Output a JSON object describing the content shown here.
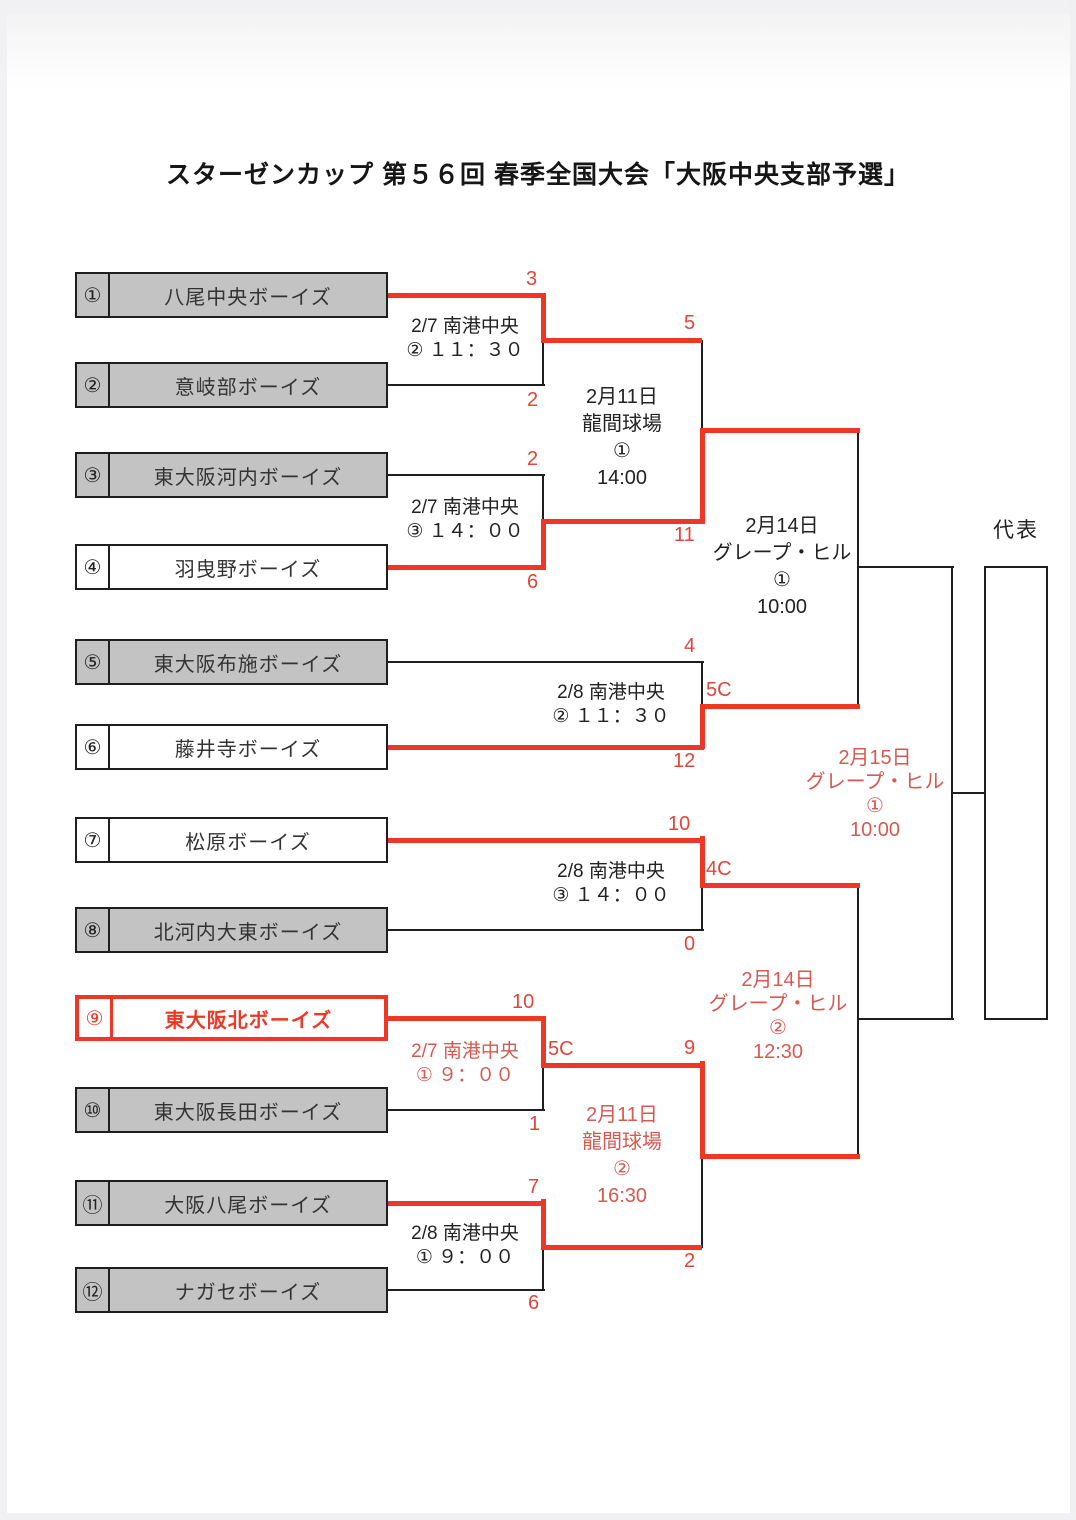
{
  "page": {
    "title": "スターゼンカップ 第５６回 春季全国大会「大阪中央支部予選」",
    "representative_label": "代表"
  },
  "colors": {
    "line_red": "#ee3726",
    "label_red": "#d65a52",
    "score_red": "#e0463a",
    "eliminated_gray": "#c3c3c4",
    "line_black": "#1f1f1f"
  },
  "teams": [
    {
      "number": "①",
      "name": "八尾中央ボーイズ",
      "status": "eliminated"
    },
    {
      "number": "②",
      "name": "意岐部ボーイズ",
      "status": "eliminated"
    },
    {
      "number": "③",
      "name": "東大阪河内ボーイズ",
      "status": "eliminated"
    },
    {
      "number": "④",
      "name": "羽曳野ボーイズ",
      "status": "active"
    },
    {
      "number": "⑤",
      "name": "東大阪布施ボーイズ",
      "status": "eliminated"
    },
    {
      "number": "⑥",
      "name": "藤井寺ボーイズ",
      "status": "active"
    },
    {
      "number": "⑦",
      "name": "松原ボーイズ",
      "status": "active"
    },
    {
      "number": "⑧",
      "name": "北河内大東ボーイズ",
      "status": "eliminated"
    },
    {
      "number": "⑨",
      "name": "東大阪北ボーイズ",
      "status": "highlighted"
    },
    {
      "number": "⑩",
      "name": "東大阪長田ボーイズ",
      "status": "eliminated"
    },
    {
      "number": "⑪",
      "name": "大阪八尾ボーイズ",
      "status": "eliminated"
    },
    {
      "number": "⑫",
      "name": "ナガセボーイズ",
      "status": "eliminated"
    }
  ],
  "matches": {
    "r1_m1": {
      "info1": "2/7 南港中央",
      "info2": "② １１：３０",
      "score_top": "3",
      "score_bottom": "2"
    },
    "r1_m2": {
      "info1": "2/7 南港中央",
      "info2": "③ １４：００",
      "score_top": "2",
      "score_bottom": "6"
    },
    "r1_m3": {
      "info1": "2/8 南港中央",
      "info2": "② １１：３０",
      "score_top": "4",
      "score_bottom": "12",
      "note": "5C"
    },
    "r1_m4": {
      "info1": "2/8 南港中央",
      "info2": "③ １４：００",
      "score_top": "10",
      "score_bottom": "0",
      "note": "4C"
    },
    "r1_m5": {
      "info1": "2/7 南港中央",
      "info2": "① ９：００",
      "score_top": "10",
      "score_bottom": "1",
      "note": "5C"
    },
    "r1_m6": {
      "info1": "2/8 南港中央",
      "info2": "① ９：００",
      "score_top": "7",
      "score_bottom": "6"
    },
    "r2_top": {
      "lines": [
        "2月11日",
        "龍間球場",
        "①",
        "14:00"
      ],
      "score_top": "5",
      "score_bottom": "11"
    },
    "r2_bottom": {
      "lines": [
        "2月11日",
        "龍間球場",
        "②",
        "16:30"
      ],
      "score_top": "9",
      "score_bottom": "2"
    },
    "semi_top": {
      "lines": [
        "2月14日",
        "グレープ・ヒル",
        "①",
        "10:00"
      ]
    },
    "semi_bottom": {
      "lines": [
        "2月14日",
        "グレープ・ヒル",
        "②",
        "12:30"
      ]
    },
    "final": {
      "lines": [
        "2月15日",
        "グレープ・ヒル",
        "①",
        "10:00"
      ]
    }
  }
}
